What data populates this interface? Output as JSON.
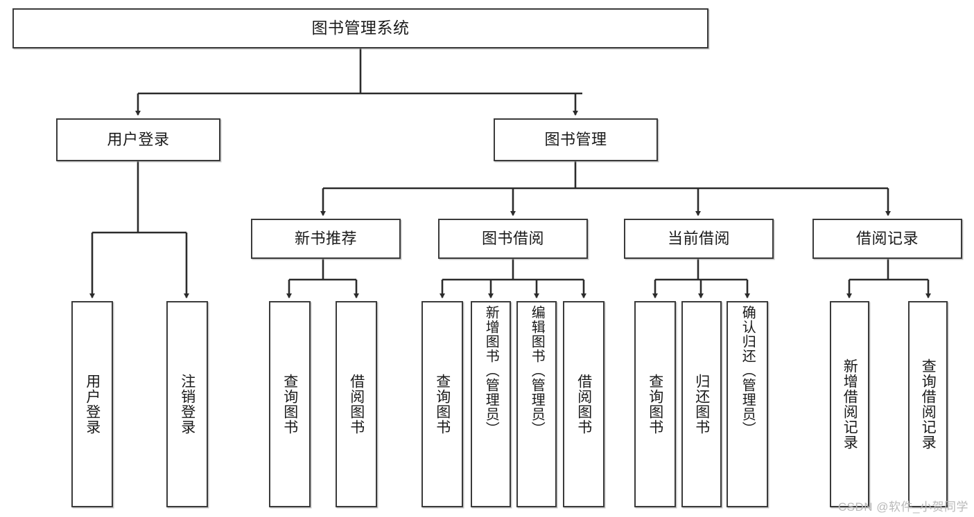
{
  "diagram": {
    "title": "图书管理系统",
    "type": "hierarchy-tree",
    "colors": {
      "box_border": "#3a3a3a",
      "box_fill": "#ffffff",
      "edge": "#2b2b2b",
      "background": "#ffffff",
      "watermark": "#b9b9b9"
    },
    "root": {
      "label": "图书管理系统"
    },
    "level1": [
      {
        "id": "user-login",
        "label": "用户登录"
      },
      {
        "id": "book-manage",
        "label": "图书管理"
      }
    ],
    "level2": [
      {
        "id": "new-book-recommend",
        "label": "新书推荐",
        "parent": "book-manage"
      },
      {
        "id": "book-borrow",
        "label": "图书借阅",
        "parent": "book-manage"
      },
      {
        "id": "current-borrow",
        "label": "当前借阅",
        "parent": "book-manage"
      },
      {
        "id": "borrow-record",
        "label": "借阅记录",
        "parent": "book-manage"
      }
    ],
    "leaves": {
      "user_login": [
        {
          "id": "leaf-user-login",
          "label": "用户登录"
        },
        {
          "id": "leaf-logout",
          "label": "注销登录"
        }
      ],
      "new_book_recommend": [
        {
          "id": "leaf-query-book-1",
          "label": "查询图书"
        },
        {
          "id": "leaf-borrow-book-1",
          "label": "借阅图书"
        }
      ],
      "book_borrow": [
        {
          "id": "leaf-query-book-2",
          "label": "查询图书"
        },
        {
          "id": "leaf-add-book",
          "label": "新增图书（管理员）"
        },
        {
          "id": "leaf-edit-book",
          "label": "编辑图书（管理员）"
        },
        {
          "id": "leaf-borrow-book-2",
          "label": "借阅图书"
        }
      ],
      "current_borrow": [
        {
          "id": "leaf-query-book-3",
          "label": "查询图书"
        },
        {
          "id": "leaf-return-book",
          "label": "归还图书"
        },
        {
          "id": "leaf-confirm-return",
          "label": "确认归还（管理员）"
        }
      ],
      "borrow_record": [
        {
          "id": "leaf-add-record",
          "label": "新增借阅记录"
        },
        {
          "id": "leaf-query-record",
          "label": "查询借阅记录"
        }
      ]
    },
    "watermark": "CSDN @软件_小贺同学"
  }
}
